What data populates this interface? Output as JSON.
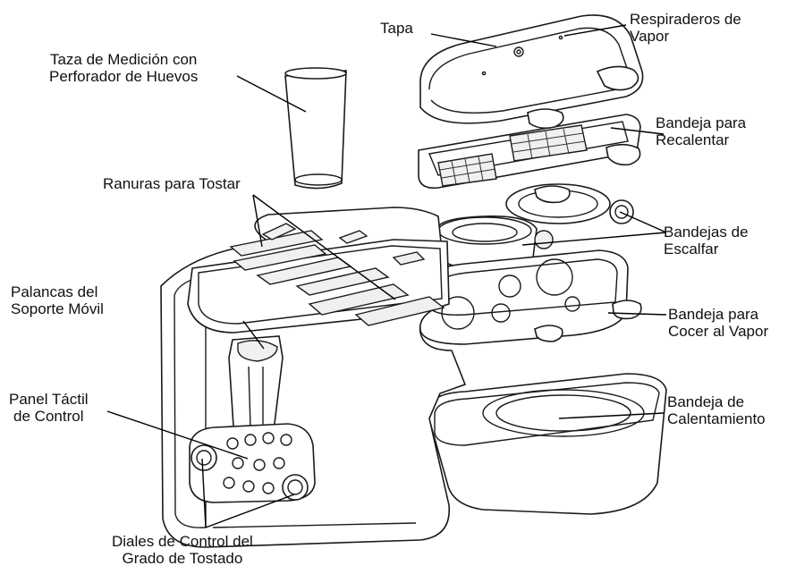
{
  "labels": {
    "tapa": "Tapa",
    "respiraderos_1": "Respiraderos de",
    "respiraderos_2": "Vapor",
    "taza_1": "Taza de Medición con",
    "taza_2": "Perforador de Huevos",
    "recalentar_1": "Bandeja para",
    "recalentar_2": "Recalentar",
    "ranuras": "Ranuras para Tostar",
    "escalfar_1": "Bandejas de",
    "escalfar_2": "Escalfar",
    "palancas_1": "Palancas del",
    "palancas_2": "Soporte Móvil",
    "vapor_1": "Bandeja para",
    "vapor_2": "Cocer al Vapor",
    "panel_1": "Panel Táctil",
    "panel_2": "de Control",
    "calentamiento_1": "Bandeja de",
    "calentamiento_2": "Calentamiento",
    "diales_1": "Diales de Control del",
    "diales_2": "Grado de Tostado"
  }
}
